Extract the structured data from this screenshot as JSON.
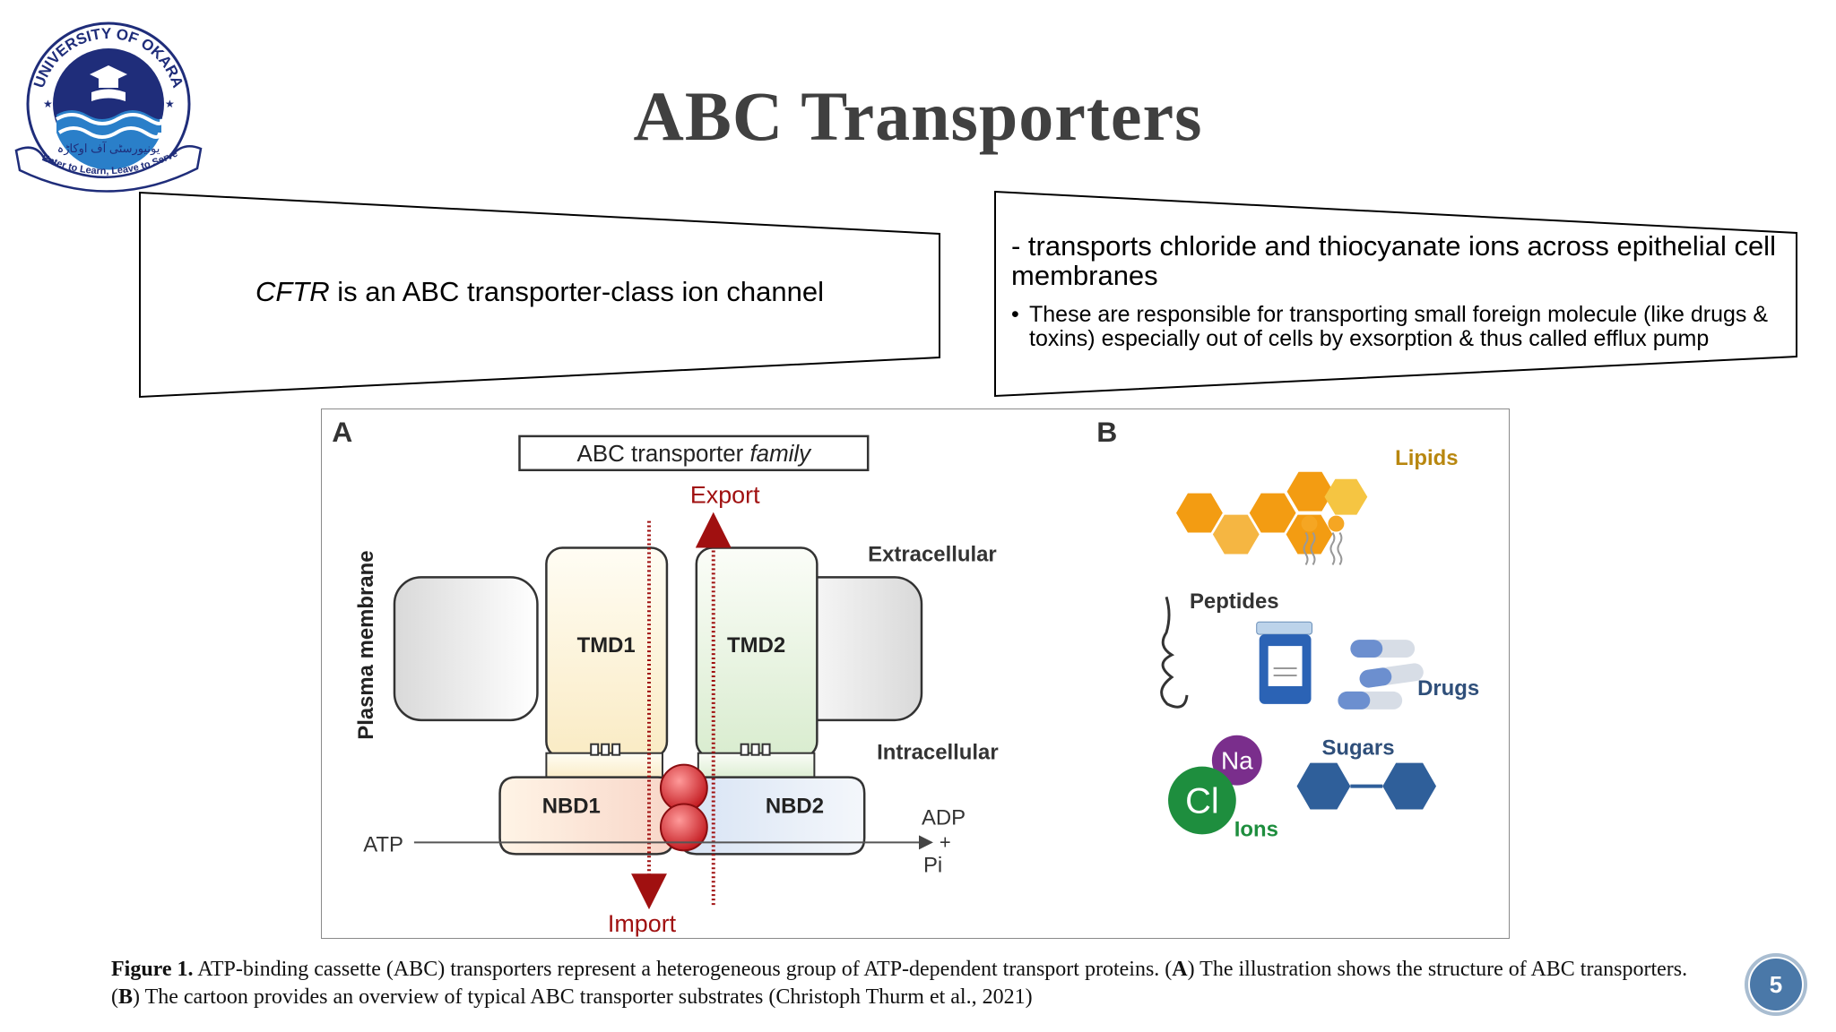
{
  "slide": {
    "title": "ABC Transporters",
    "page_number": "5"
  },
  "logo": {
    "arc_text": "UNIVERSITY OF OKARA",
    "urdu_text": "یونیورسٹی آف اوکاڑہ",
    "motto": "Enter to Learn, Leave to Serve"
  },
  "box1": {
    "italic_term": "CFTR",
    "text": " is an ABC transporter-class ion channel"
  },
  "box2": {
    "main": "- transports chloride and thiocyanate ions across epithelial cell membranes",
    "bullet": "These are responsible for transporting small foreign molecule (like drugs & toxins) especially out of cells by exsorption & thus called efflux pump"
  },
  "figure": {
    "panel_a": {
      "letter": "A",
      "family_label_prefix": "ABC transporter ",
      "family_label_italic": "family",
      "export": "Export",
      "import": "Import",
      "extracellular": "Extracellular",
      "intracellular": "Intracellular",
      "plasma_membrane": "Plasma membrane",
      "tmd1": "TMD1",
      "tmd2": "TMD2",
      "nbd1": "NBD1",
      "nbd2": "NBD2",
      "atp": "ATP",
      "adp": "ADP",
      "plus": "+",
      "pi": "Pi"
    },
    "panel_b": {
      "letter": "B",
      "lipids": "Lipids",
      "peptides": "Peptides",
      "drugs": "Drugs",
      "sugars": "Sugars",
      "ions": "Ions",
      "na": "Na",
      "cl": "Cl"
    },
    "colors": {
      "arrow_red": "#a01010",
      "lipid_orange": "#f39c12",
      "lipid_yellow": "#f5c542",
      "ion_green": "#1e8e3e",
      "ion_purple": "#7a2e8c",
      "sugar_blue": "#2f5f9a",
      "drug_blue": "#6c8fcf"
    }
  },
  "caption": {
    "label": "Figure 1.",
    "part1": " ATP-binding cassette (ABC) transporters represent a heterogeneous group of ATP-dependent transport proteins. (",
    "a": "A",
    "part2": ") The illustration shows the structure of ABC transporters. (",
    "b": "B",
    "part3": ") The cartoon provides an overview of typical ABC transporter substrates (Christoph Thurm et al., 2021)"
  }
}
